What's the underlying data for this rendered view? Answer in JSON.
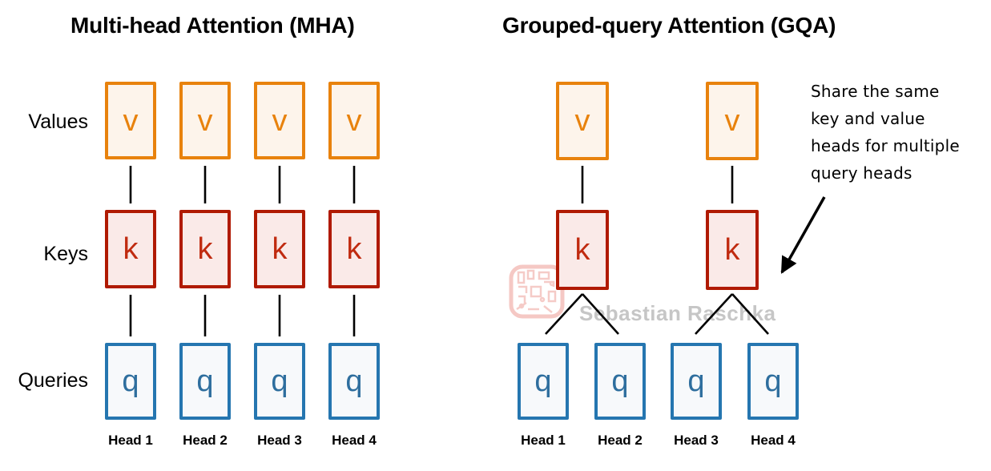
{
  "panels": {
    "mha": {
      "title": "Multi-head Attention (MHA)"
    },
    "gqa": {
      "title": "Grouped-query Attention (GQA)"
    }
  },
  "row_labels": {
    "values": "Values",
    "keys": "Keys",
    "queries": "Queries"
  },
  "cells": {
    "value": "v",
    "key": "k",
    "query": "q"
  },
  "head_labels": [
    "Head 1",
    "Head 2",
    "Head 3",
    "Head 4"
  ],
  "annotation": {
    "lines": [
      "Share the same",
      "key and value",
      "heads for multiple",
      "query heads"
    ]
  },
  "watermark": {
    "text": "Sebastian Raschka",
    "logo": "circuit-stamp-icon"
  },
  "colors": {
    "title_text": "#000000",
    "value_border": "#E8820D",
    "value_fill": "#FDF4EB",
    "value_text": "#E8820D",
    "key_border": "#B01A02",
    "key_fill": "#FAEAE8",
    "key_text": "#C02B10",
    "query_border": "#2576B0",
    "query_fill": "#F7F9FB",
    "query_text": "#2E6E9E",
    "connector": "#000000",
    "watermark_text": "#C6C6C6",
    "watermark_logo": "#E05548"
  }
}
